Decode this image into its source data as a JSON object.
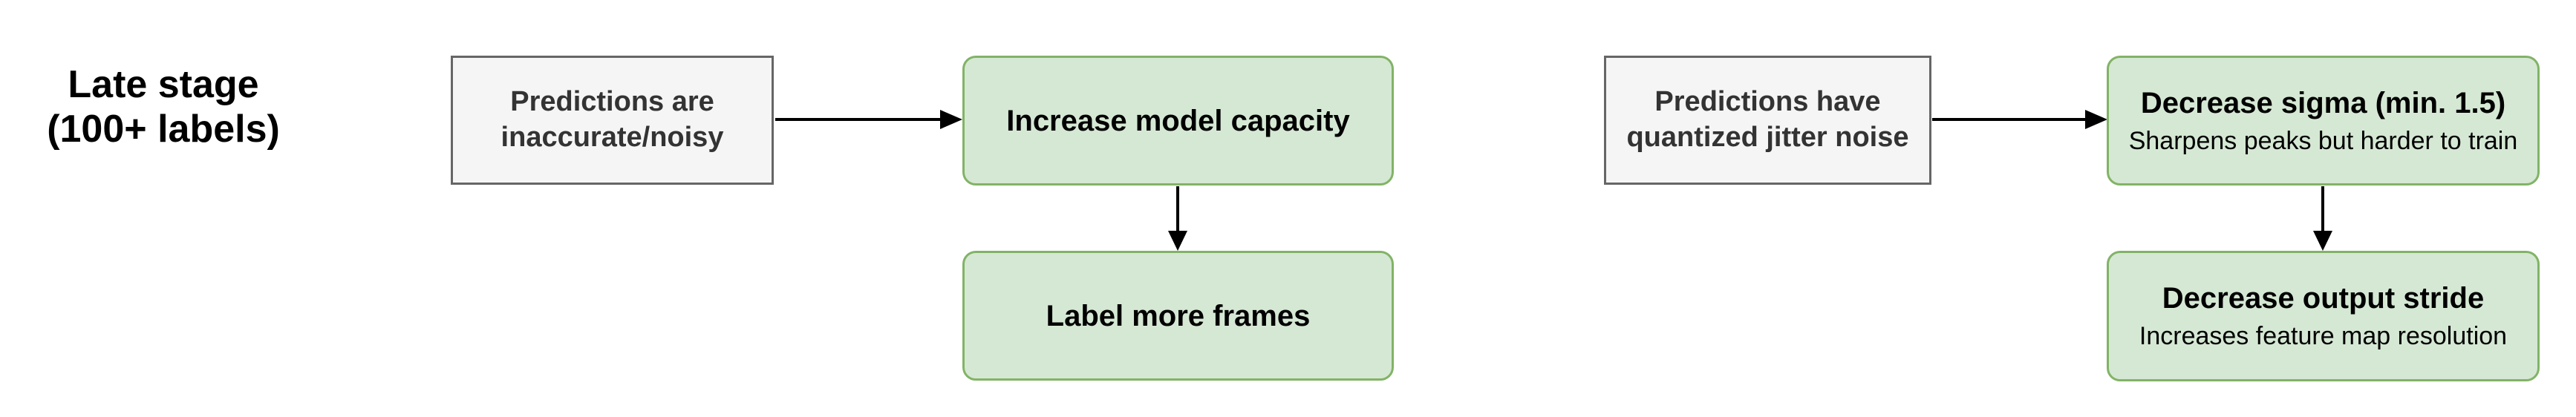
{
  "stage_label": "Late stage\n(100+ labels)",
  "colors": {
    "page_bg": "#ffffff",
    "problem_fill": "#f5f5f5",
    "problem_border": "#666666",
    "problem_text": "#333333",
    "solution_fill": "#d5e8d4",
    "solution_border": "#82b366",
    "solution_text": "#000000",
    "arrow": "#000000"
  },
  "flows": [
    {
      "problem": "Predictions are\ninaccurate/noisy",
      "solutions": [
        {
          "title": "Increase model capacity",
          "subtitle": ""
        },
        {
          "title": "Label more frames",
          "subtitle": ""
        }
      ]
    },
    {
      "problem": "Predictions have\nquantized jitter noise",
      "solutions": [
        {
          "title": "Decrease sigma (min. 1.5)",
          "subtitle": "Sharpens peaks but harder to train"
        },
        {
          "title": "Decrease output stride",
          "subtitle": "Increases feature map resolution"
        }
      ]
    }
  ]
}
